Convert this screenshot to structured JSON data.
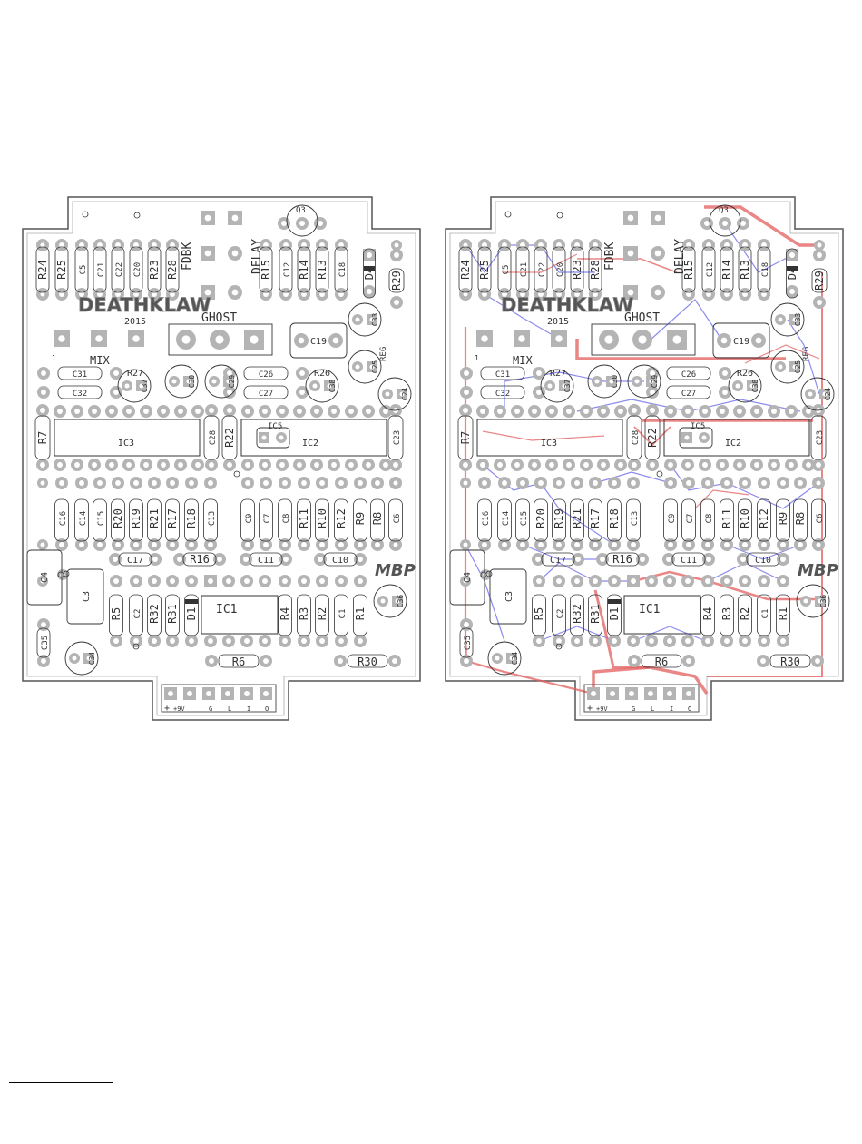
{
  "boards": [
    {
      "id": "layout-left",
      "project_name": "DEATHKLAW",
      "brand": "MBP",
      "year": "2015",
      "traces": false,
      "pot_labels": {
        "ghost": "GHOST",
        "mix": "MIX",
        "fdbk": "FDBK",
        "delay": "DELAY"
      },
      "ic_labels": {
        "ic1": "IC1",
        "ic2": "IC2",
        "ic3": "IC3",
        "ic5": "IC5"
      },
      "power_labels": {
        "plus": "+",
        "nine_volt": "+9V",
        "ground": "G",
        "led": "L",
        "input": "I",
        "output": "O"
      },
      "misc_labels": {
        "q3": "Q3",
        "reg": "REG",
        "pin1": "1"
      },
      "resistors": [
        "R1",
        "R2",
        "R3",
        "R4",
        "R5",
        "R6",
        "R7",
        "R8",
        "R9",
        "R10",
        "R11",
        "R12",
        "R13",
        "R14",
        "R15",
        "R16",
        "R17",
        "R18",
        "R19",
        "R20",
        "R21",
        "R22",
        "R23",
        "R24",
        "R25",
        "R26",
        "R27",
        "R28",
        "R29",
        "R30",
        "R31",
        "R32"
      ],
      "capacitors": [
        "C1",
        "C2",
        "C3",
        "C4",
        "C5",
        "C6",
        "C7",
        "C8",
        "C9",
        "C10",
        "C11",
        "C12",
        "C13",
        "C14",
        "C15",
        "C16",
        "C17",
        "C18",
        "C19",
        "C20",
        "C21",
        "C22",
        "C23",
        "C24",
        "C25",
        "C26",
        "C27",
        "C28",
        "C29",
        "C30",
        "C31",
        "C32",
        "C33",
        "C34",
        "C35",
        "C36"
      ],
      "diodes": [
        "D1",
        "D4"
      ]
    },
    {
      "id": "layout-right",
      "project_name": "DEATHKLAW",
      "brand": "MBP",
      "year": "2015",
      "traces": true,
      "pot_labels": {
        "ghost": "GHOST",
        "mix": "MIX",
        "fdbk": "FDBK",
        "delay": "DELAY"
      },
      "ic_labels": {
        "ic1": "IC1",
        "ic2": "IC2",
        "ic3": "IC3",
        "ic5": "IC5"
      },
      "power_labels": {
        "plus": "+",
        "nine_volt": "+9V",
        "ground": "G",
        "led": "L",
        "input": "I",
        "output": "O"
      },
      "misc_labels": {
        "q3": "Q3",
        "reg": "REG",
        "pin1": "1"
      },
      "resistors": [
        "R1",
        "R2",
        "R3",
        "R4",
        "R5",
        "R6",
        "R7",
        "R8",
        "R9",
        "R10",
        "R11",
        "R12",
        "R13",
        "R14",
        "R15",
        "R16",
        "R17",
        "R18",
        "R19",
        "R20",
        "R21",
        "R22",
        "R23",
        "R24",
        "R25",
        "R26",
        "R27",
        "R28",
        "R29",
        "R30",
        "R31",
        "R32"
      ],
      "capacitors": [
        "C1",
        "C2",
        "C3",
        "C4",
        "C5",
        "C6",
        "C7",
        "C8",
        "C9",
        "C10",
        "C11",
        "C12",
        "C13",
        "C14",
        "C15",
        "C16",
        "C17",
        "C18",
        "C19",
        "C20",
        "C21",
        "C22",
        "C23",
        "C24",
        "C25",
        "C26",
        "C27",
        "C28",
        "C29",
        "C30",
        "C31",
        "C32",
        "C33",
        "C34",
        "C35",
        "C36"
      ],
      "diodes": [
        "D1",
        "D4"
      ]
    }
  ],
  "colors": {
    "pad": "#b4b4b4",
    "pad_hole": "#ffffff",
    "silkscreen": "#333333",
    "board_outline": "#555555",
    "trace_top": "#e35d5d",
    "trace_bottom": "#5a5ae6"
  }
}
